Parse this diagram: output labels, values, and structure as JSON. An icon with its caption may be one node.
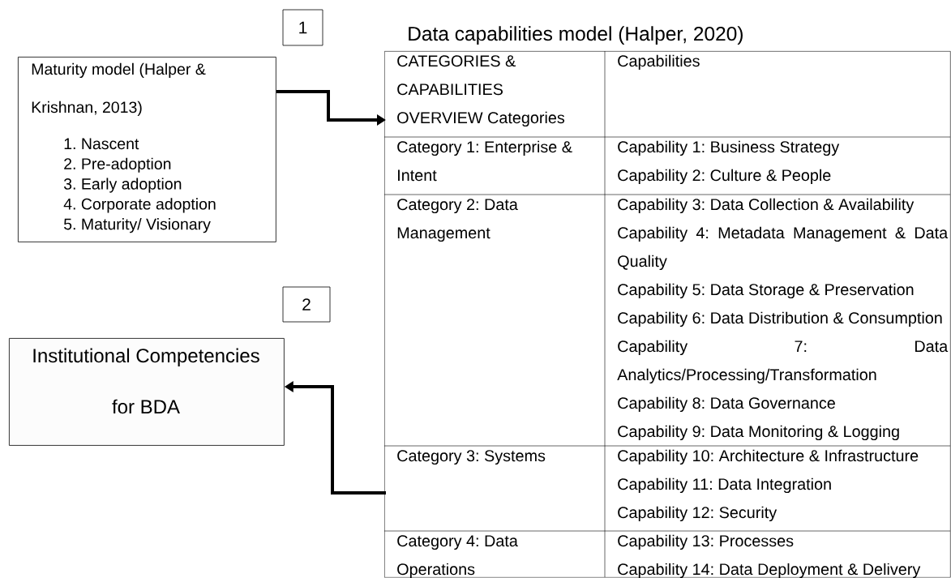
{
  "diagram": {
    "nodes": [
      {
        "text": [
          "1"
        ]
      },
      {
        "text": [
          "Data capabilities model (Halper, 2020)"
        ]
      },
      {
        "text": [
          "Maturity model (Halper & Krishnan, 2013)",
          "1. Nascent",
          "2. Pre-adoption",
          "3. Early adoption",
          "4. Corporate adoption",
          "5. Maturity/ Visionary"
        ]
      },
      {
        "text": [
          "CATEGORIES & CAPABILITIES OVERVIEW Categories"
        ],
        "in": 1
      },
      {
        "text": [
          "Capabilities"
        ],
        "in": 1
      },
      {
        "text": [
          "Category 1: Enterprise & Intent"
        ],
        "in": 1
      },
      {
        "text": [
          "Capability 1: Business Strategy",
          "Capability 2: Culture & People"
        ],
        "in": 1
      },
      {
        "text": [
          "Category 2: Data Management"
        ],
        "in": 1
      },
      {
        "text": [
          "Capability 3: Data Collection & Availability",
          "Capability 4: Metadata Management & Data Quality",
          "Capability 5: Data Storage & Preservation",
          "Capability 6: Data Distribution & Consumption",
          "Capability 7: Data Analytics/Processing/Transformation",
          "Capability 8: Data Governance",
          "Capability 9: Data Monitoring & Logging"
        ],
        "in": 1
      },
      {
        "text": [
          "Category 3: Systems"
        ],
        "in": 1
      },
      {
        "text": [
          "Capability 10: Architecture & Infrastructure",
          "Capability 11: Data Integration",
          "Capability 12: Security"
        ],
        "in": 1
      },
      {
        "text": [
          "Category 4: Data Operations"
        ],
        "in": 1
      },
      {
        "text": [
          "Capability 13: Processes",
          "Capability 14: Data Deployment & Delivery"
        ],
        "in": 1
      },
      {
        "text": [
          "2"
        ]
      },
      {
        "text": [
          "Institutional Competencies for BDA"
        ]
      }
    ],
    "edges": [
      {
        "from": 2,
        "to": 3,
        "arrow": "to"
      },
      {
        "from": 9,
        "to": 14,
        "arrow": "to"
      }
    ]
  }
}
